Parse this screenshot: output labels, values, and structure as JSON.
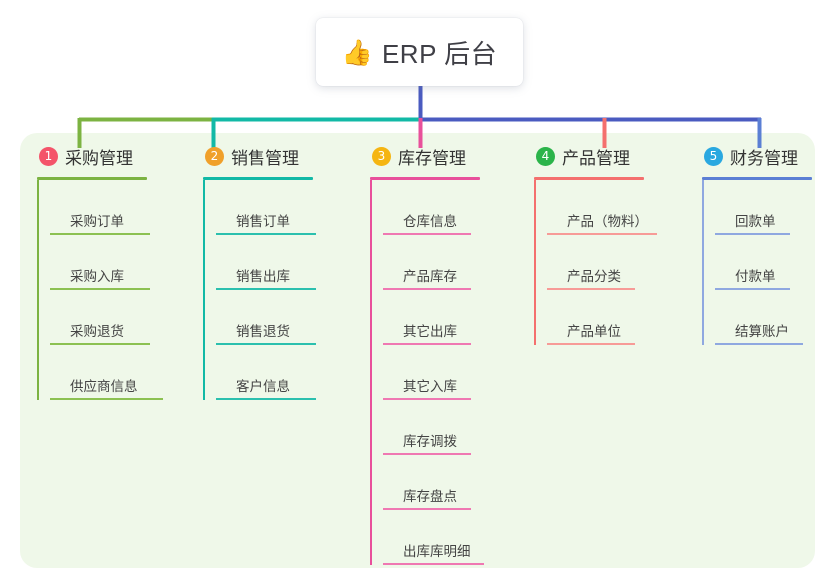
{
  "root": {
    "icon": "thumbs-up-icon",
    "emoji": "👍",
    "title": "ERP 后台",
    "stem_color": "#4a5bc0"
  },
  "panel": {
    "background_color": "#eff8e9"
  },
  "connector_bar": {
    "segments": [
      {
        "name": "segment-green",
        "color": "#7cb342"
      },
      {
        "name": "segment-teal",
        "color": "#12b9a6"
      },
      {
        "name": "segment-blue",
        "color": "#4a5bc0"
      }
    ]
  },
  "columns": [
    {
      "number": "1",
      "title": "采购管理",
      "badge_color": "#f4546a",
      "line_color": "#7cb342",
      "items": [
        {
          "label": "采购订单"
        },
        {
          "label": "采购入库"
        },
        {
          "label": "采购退货"
        },
        {
          "label": "供应商信息"
        }
      ]
    },
    {
      "number": "2",
      "title": "销售管理",
      "badge_color": "#f0a02a",
      "line_color": "#12b9a6",
      "items": [
        {
          "label": "销售订单"
        },
        {
          "label": "销售出库"
        },
        {
          "label": "销售退货"
        },
        {
          "label": "客户信息"
        }
      ]
    },
    {
      "number": "3",
      "title": "库存管理",
      "badge_color": "#f5b512",
      "line_color": "#e8509b",
      "items": [
        {
          "label": "仓库信息"
        },
        {
          "label": "产品库存"
        },
        {
          "label": "其它出库"
        },
        {
          "label": "其它入库"
        },
        {
          "label": "库存调拨"
        },
        {
          "label": "库存盘点"
        },
        {
          "label": "出库库明细"
        }
      ]
    },
    {
      "number": "4",
      "title": "产品管理",
      "badge_color": "#2bb44a",
      "line_color": "#f4706e",
      "items": [
        {
          "label": "产品（物料）"
        },
        {
          "label": "产品分类"
        },
        {
          "label": "产品单位"
        }
      ]
    },
    {
      "number": "5",
      "title": "财务管理",
      "badge_color": "#29a8e0",
      "line_color": "#5b7fd4",
      "items": [
        {
          "label": "回款单"
        },
        {
          "label": "付款单"
        },
        {
          "label": "结算账户"
        }
      ]
    }
  ]
}
